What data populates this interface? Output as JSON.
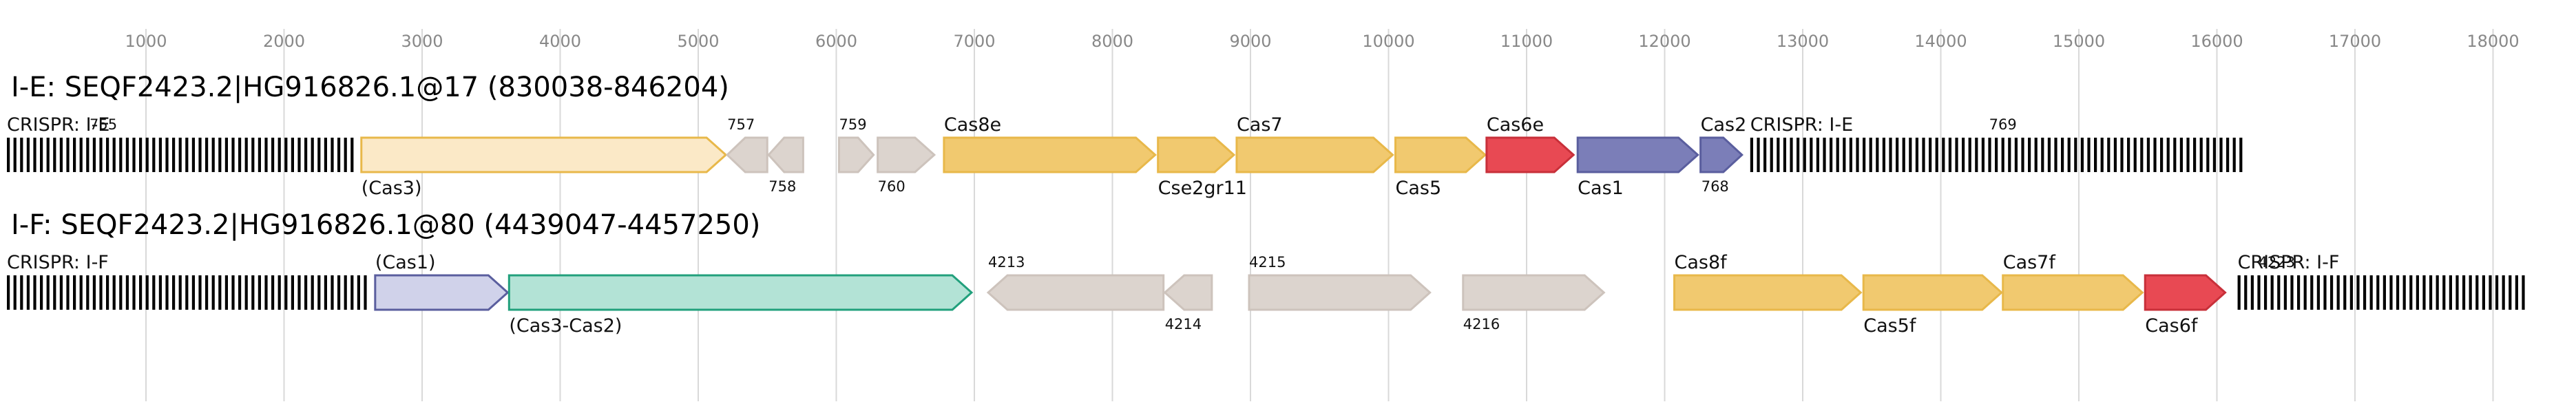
{
  "axis": {
    "ticks": [
      "1000",
      "2000",
      "3000",
      "4000",
      "5000",
      "6000",
      "7000",
      "8000",
      "9000",
      "10000",
      "11000",
      "12000",
      "13000",
      "14000",
      "15000",
      "16000",
      "17000",
      "18000"
    ]
  },
  "colors": {
    "gridline": "#d9d9d9",
    "tick_label": "#888888",
    "array_bar": "#000000",
    "unknown_fill": "#dcd4ce",
    "unknown_stroke": "#cdc3bc",
    "hollow_fill": "#fbe9c7",
    "core_fill": "#f1c96f",
    "core_stroke": "#e8b84a",
    "cas6_fill": "#e84953",
    "cas6_stroke": "#c8303a",
    "cas1_fill": "#7b7eb8",
    "cas1_stroke": "#5a5e9e",
    "cas1_hollow_fill": "#d0d2ea",
    "cas3_fill": "#b3e3d6",
    "cas3_stroke": "#21a07c"
  },
  "loci": [
    {
      "title": "I-E: SEQF2423.2|HG916826.1@17 (830038-846204)",
      "features": [
        {
          "kind": "array",
          "x": [
            -40,
            2520
          ],
          "label": "CRISPR: I-E",
          "label_pos": "above",
          "secondary_label": "755"
        },
        {
          "kind": "gene",
          "x": [
            2560,
            5200
          ],
          "label": "(Cas3)",
          "label_pos": "below",
          "style": "hollow",
          "dir": "forward"
        },
        {
          "kind": "gene",
          "x": [
            5210,
            5500
          ],
          "label": "757",
          "label_pos": "above",
          "style": "unknown",
          "dir": "reverse"
        },
        {
          "kind": "gene",
          "x": [
            5510,
            5760
          ],
          "label": "758",
          "label_pos": "below",
          "style": "unknown",
          "dir": "reverse"
        },
        {
          "kind": "gene",
          "x": [
            6020,
            6270
          ],
          "label": "759",
          "label_pos": "above",
          "style": "unknown",
          "dir": "forward"
        },
        {
          "kind": "gene",
          "x": [
            6300,
            6710
          ],
          "label": "760",
          "label_pos": "below",
          "style": "unknown",
          "dir": "forward"
        },
        {
          "kind": "gene",
          "x": [
            6780,
            8310
          ],
          "label": "Cas8e",
          "label_pos": "above",
          "style": "core",
          "dir": "forward"
        },
        {
          "kind": "gene",
          "x": [
            8330,
            8880
          ],
          "label": "Cse2gr11",
          "label_pos": "below",
          "style": "core",
          "dir": "forward"
        },
        {
          "kind": "gene",
          "x": [
            8900,
            10030
          ],
          "label": "Cas7",
          "label_pos": "above",
          "style": "core",
          "dir": "forward"
        },
        {
          "kind": "gene",
          "x": [
            10050,
            10700
          ],
          "label": "Cas5",
          "label_pos": "below",
          "style": "core",
          "dir": "forward"
        },
        {
          "kind": "gene",
          "x": [
            10710,
            11340
          ],
          "label": "Cas6e",
          "label_pos": "above",
          "style": "cas6",
          "dir": "forward"
        },
        {
          "kind": "gene",
          "x": [
            11370,
            12240
          ],
          "label": "Cas1",
          "label_pos": "below",
          "style": "cas1",
          "dir": "forward"
        },
        {
          "kind": "gene",
          "x": [
            12260,
            12560
          ],
          "label": "Cas2",
          "label_pos": "above",
          "style": "cas1",
          "dir": "forward"
        },
        {
          "kind": "array",
          "x": [
            12620,
            16200
          ],
          "label": "CRISPR: I-E",
          "label_pos": "above",
          "secondary_label": "768",
          "secondary_pos": "below"
        },
        {
          "kind": "label",
          "x": [
            14350,
            14350
          ],
          "label": "769",
          "label_pos": "above"
        }
      ]
    },
    {
      "title": "I-F: SEQF2423.2|HG916826.1@80 (4439047-4457250)",
      "features": [
        {
          "kind": "array",
          "x": [
            -40,
            2620
          ],
          "label": "CRISPR: I-F",
          "label_pos": "above"
        },
        {
          "kind": "gene",
          "x": [
            2660,
            3620
          ],
          "label": "(Cas1)",
          "label_pos": "above",
          "style": "cas1_hollow",
          "dir": "forward"
        },
        {
          "kind": "gene",
          "x": [
            3630,
            6980
          ],
          "label": "(Cas3-Cas2)",
          "label_pos": "below",
          "style": "cas3",
          "dir": "forward"
        },
        {
          "kind": "gene",
          "x": [
            7100,
            8370
          ],
          "label": "4213",
          "label_pos": "above",
          "style": "unknown",
          "dir": "reverse"
        },
        {
          "kind": "gene",
          "x": [
            8380,
            8720
          ],
          "label": "4214",
          "label_pos": "below",
          "style": "unknown",
          "dir": "reverse"
        },
        {
          "kind": "gene",
          "x": [
            8990,
            10300
          ],
          "label": "4215",
          "label_pos": "above",
          "style": "unknown",
          "dir": "forward"
        },
        {
          "kind": "gene",
          "x": [
            10540,
            11560
          ],
          "label": "4216",
          "label_pos": "below",
          "style": "unknown",
          "dir": "forward"
        },
        {
          "kind": "gene",
          "x": [
            12070,
            13420
          ],
          "label": "Cas8f",
          "label_pos": "above",
          "style": "core",
          "dir": "forward"
        },
        {
          "kind": "gene",
          "x": [
            13440,
            14440
          ],
          "label": "Cas5f",
          "label_pos": "below",
          "style": "core",
          "dir": "forward"
        },
        {
          "kind": "gene",
          "x": [
            14450,
            15460
          ],
          "label": "Cas7f",
          "label_pos": "above",
          "style": "core",
          "dir": "forward"
        },
        {
          "kind": "gene",
          "x": [
            15480,
            16060
          ],
          "label": "Cas6f",
          "label_pos": "below",
          "style": "cas6",
          "dir": "forward"
        },
        {
          "kind": "array",
          "x": [
            16150,
            18240
          ],
          "label": "CRISPR: I-F",
          "label_pos": "above",
          "secondary_label": "4223"
        }
      ]
    }
  ]
}
